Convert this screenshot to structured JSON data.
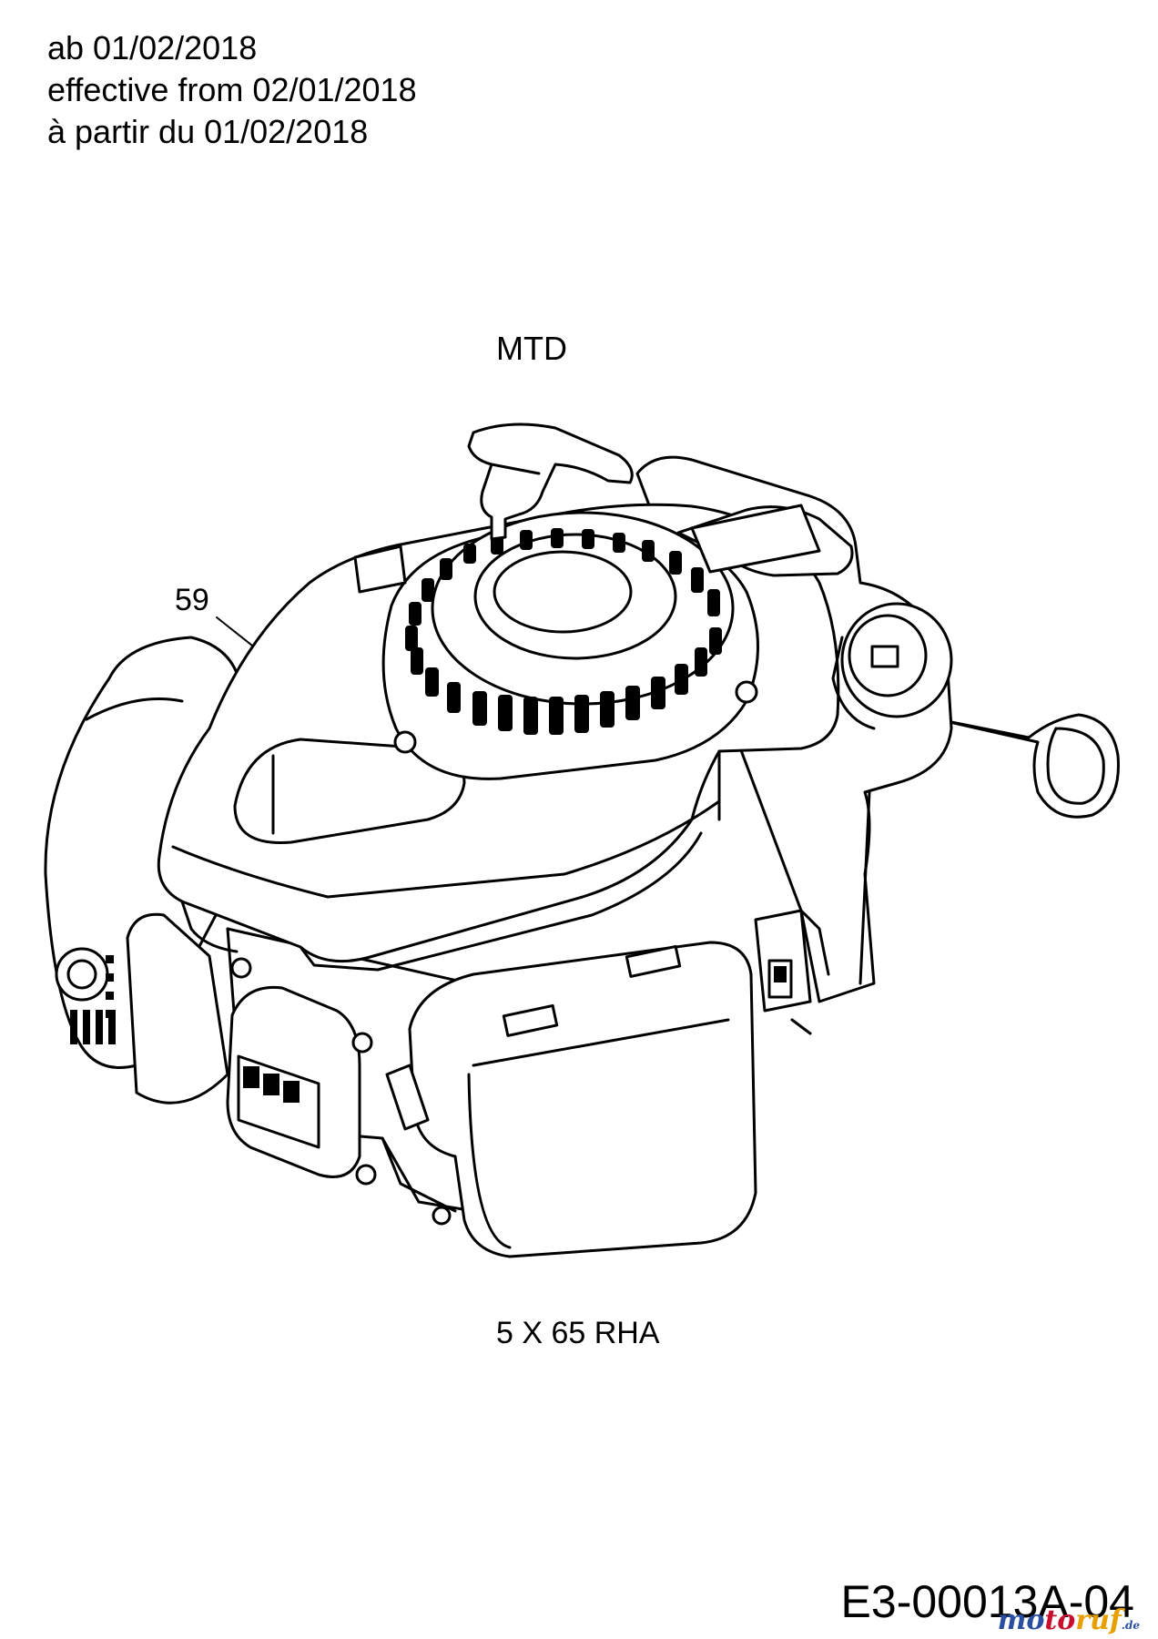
{
  "header": {
    "line_de": "ab 01/02/2018",
    "line_en": "effective from 02/01/2018",
    "line_fr": "à partir du 01/02/2018"
  },
  "diagram": {
    "brand": "MTD",
    "model": "5 X 65 RHA",
    "callouts": [
      {
        "number": "59"
      }
    ],
    "drawing_code": "E3-00013A-04"
  },
  "watermark": {
    "text": "motoruf",
    "suffix": ".de",
    "colors": [
      "#2a4ea0",
      "#c8102e",
      "#e8a000"
    ]
  }
}
